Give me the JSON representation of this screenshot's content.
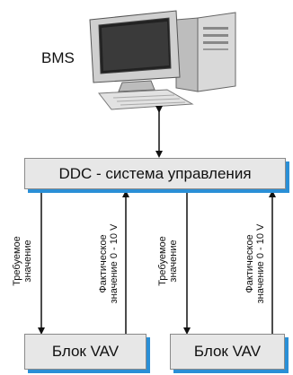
{
  "bms_label": "BMS",
  "ddc_label": "DDC - система управления",
  "vav_units": [
    "Блок VAV",
    "Блок VAV"
  ],
  "signal_required": [
    "Требуемое",
    "значение"
  ],
  "signal_actual": [
    "Фактическое",
    "значение 0 - 10 V"
  ],
  "colors": {
    "shadow": "#2a8fd6",
    "box": "#e7e7e7",
    "line": "#111111"
  },
  "icons": [
    "computer-icon"
  ]
}
